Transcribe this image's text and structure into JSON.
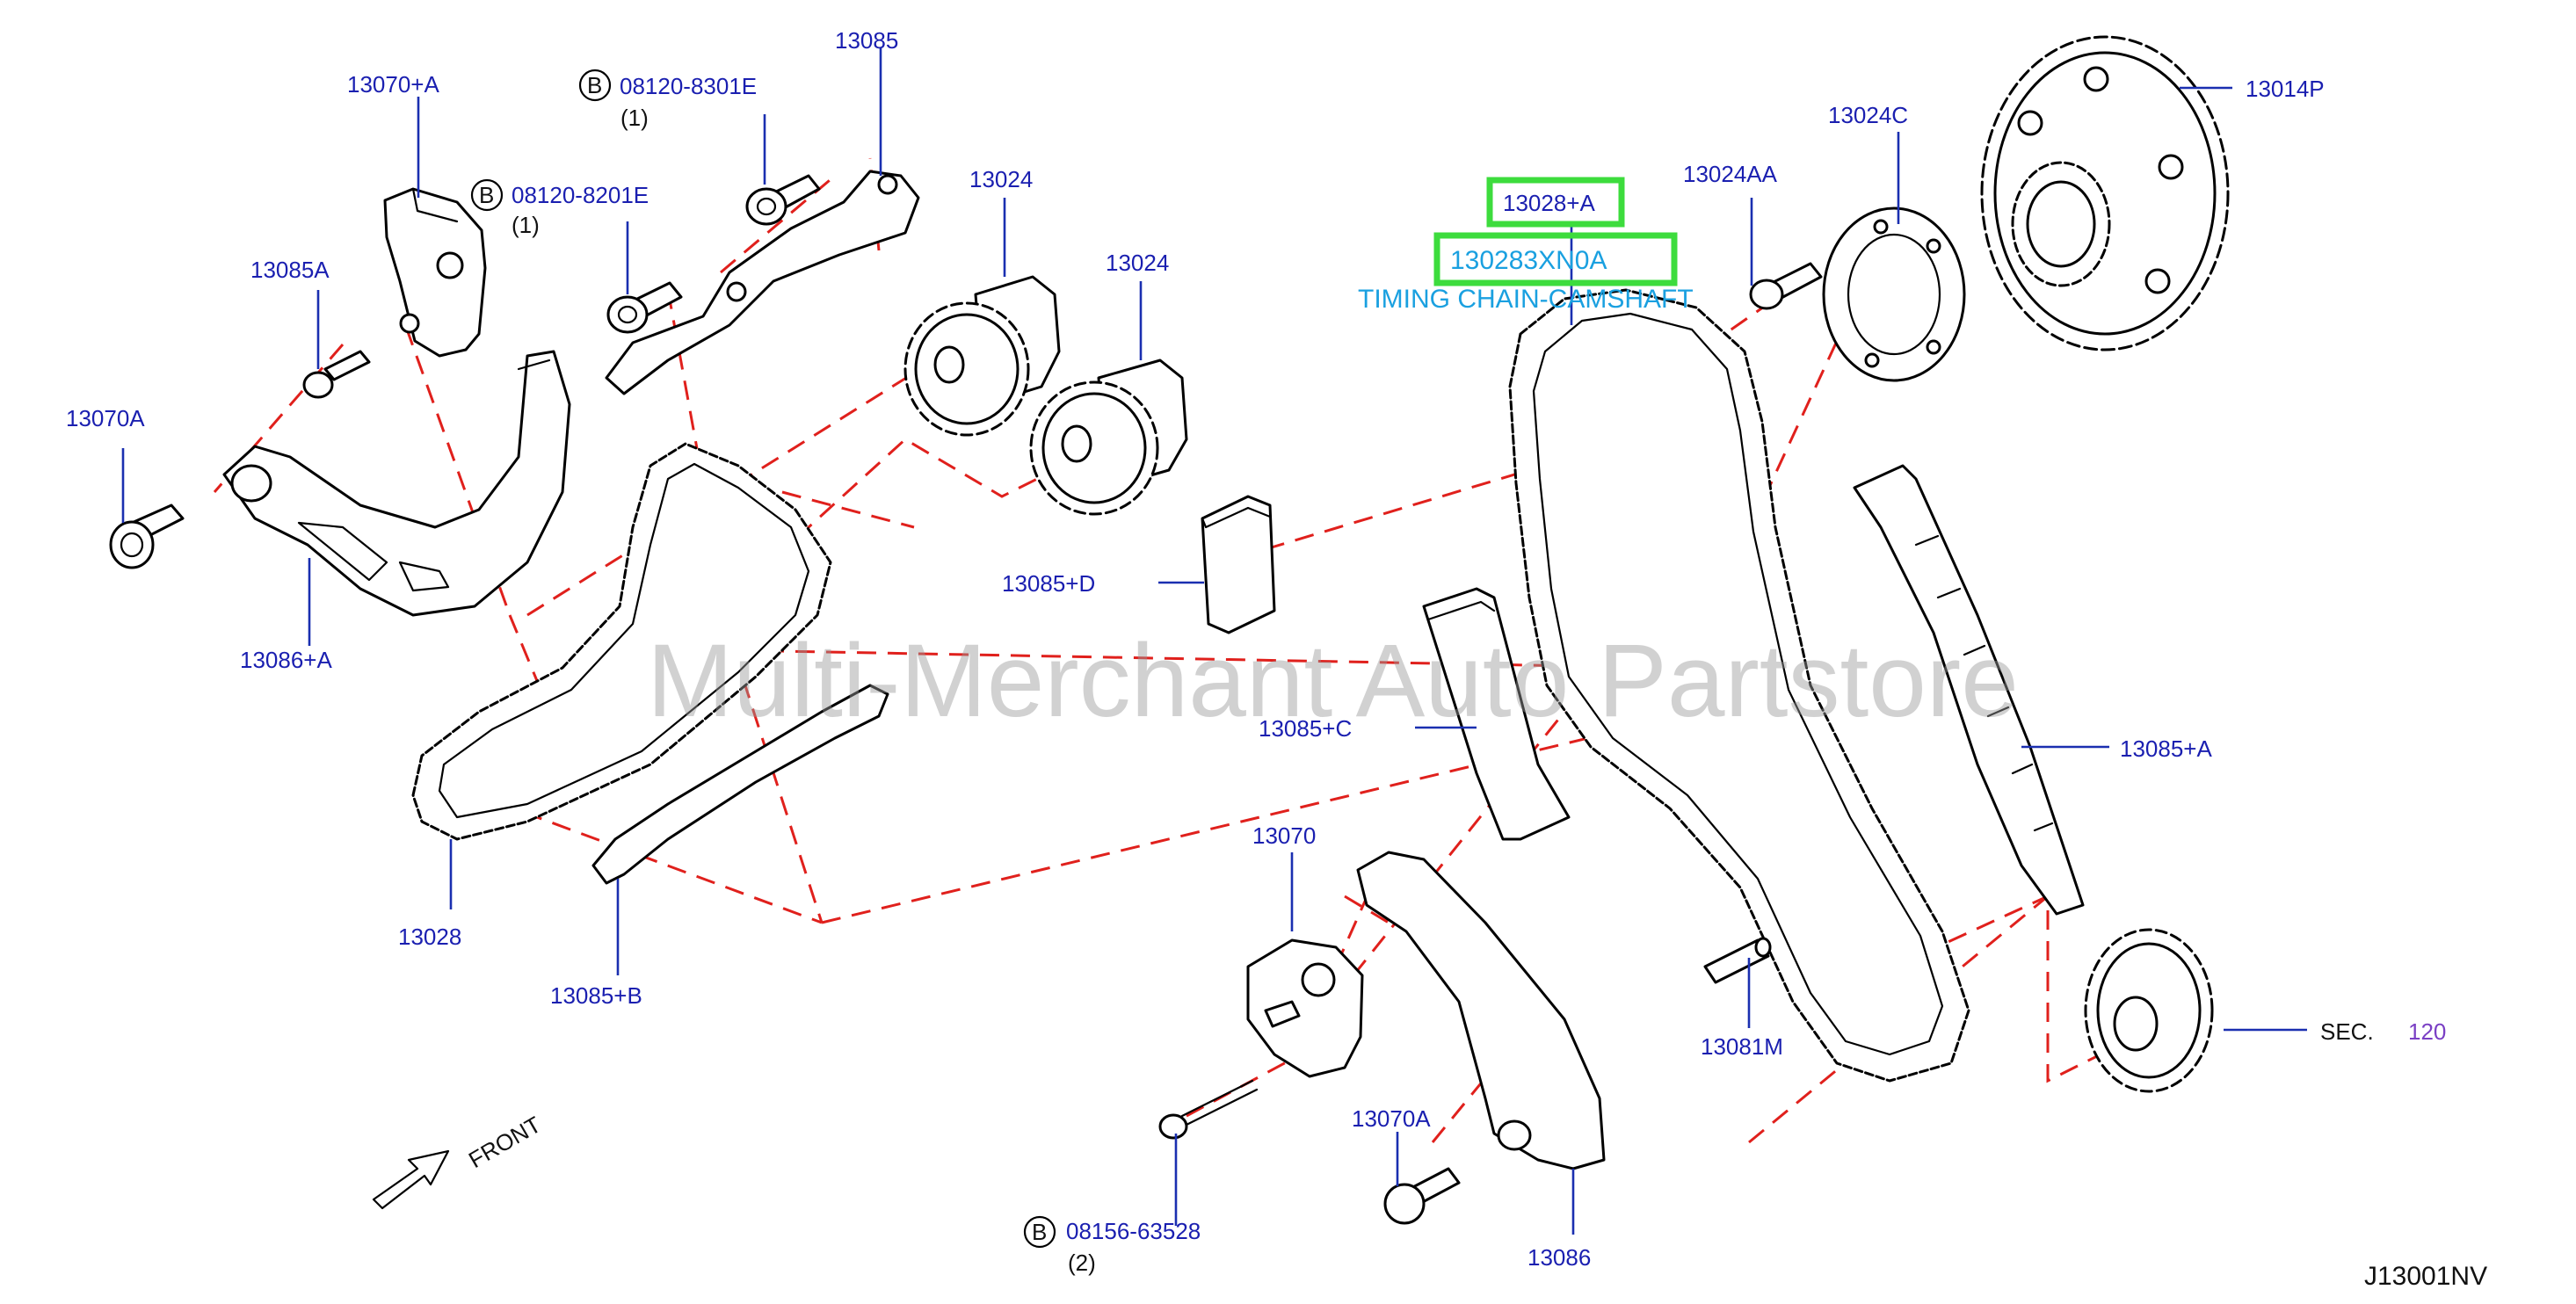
{
  "diagram_code": "J13001NV",
  "watermark": "Multi-Merchant Auto Partstore",
  "front_label": "FRONT",
  "sec_label": "SEC.",
  "sec_number": "120",
  "bolt_marker": "B",
  "highlight": {
    "ref": "13028+A",
    "part_number": "130283XN0A",
    "description": "TIMING CHAIN-CAMSHAFT"
  },
  "labels": {
    "p13070A_top": "13070+A",
    "p081208301E": "08120-8301E",
    "p081208301E_qty": "(1)",
    "p13085": "13085",
    "p081208201E": "08120-8201E",
    "p081208201E_qty": "(1)",
    "p13085A": "13085A",
    "p13070A": "13070A",
    "p13086A": "13086+A",
    "p13024_a": "13024",
    "p13024_b": "13024",
    "p13085D": "13085+D",
    "p13028": "13028",
    "p13085B": "13085+B",
    "p13024C": "13024C",
    "p13024AA": "13024AA",
    "p13014P": "13014P",
    "p13085C": "13085+C",
    "p13085A_right": "13085+A",
    "p13070": "13070",
    "p13070A_bottom": "13070A",
    "p08156": "08156-63528",
    "p08156_qty": "(2)",
    "p13081M": "13081M",
    "p13086": "13086"
  }
}
